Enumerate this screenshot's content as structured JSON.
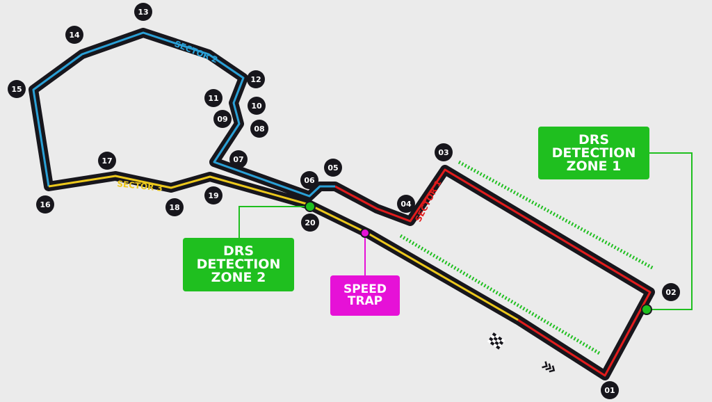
{
  "colors": {
    "background": "#ebebeb",
    "track": "#17161c",
    "sector1": "#e21c1c",
    "sector2": "#2aa0d6",
    "sector3": "#ecc81c",
    "drs": "#1fbf1f",
    "speed_trap": "#e611d7"
  },
  "turns": [
    "01",
    "02",
    "03",
    "04",
    "05",
    "06",
    "07",
    "08",
    "09",
    "10",
    "11",
    "12",
    "13",
    "14",
    "15",
    "16",
    "17",
    "18",
    "19",
    "20"
  ],
  "sectors": {
    "s1": "SECTOR 1",
    "s2": "SECTOR 2",
    "s3": "SECTOR 3"
  },
  "callouts": {
    "drs1": {
      "line1": "DRS",
      "line2": "DETECTION",
      "line3": "ZONE 1"
    },
    "drs2": {
      "line1": "DRS",
      "line2": "DETECTION",
      "line3": "ZONE 2"
    },
    "speed_trap": {
      "line1": "SPEED",
      "line2": "TRAP"
    }
  },
  "icons": {
    "finish": "chequered-flag-icon",
    "direction": "direction-chevrons-icon"
  }
}
